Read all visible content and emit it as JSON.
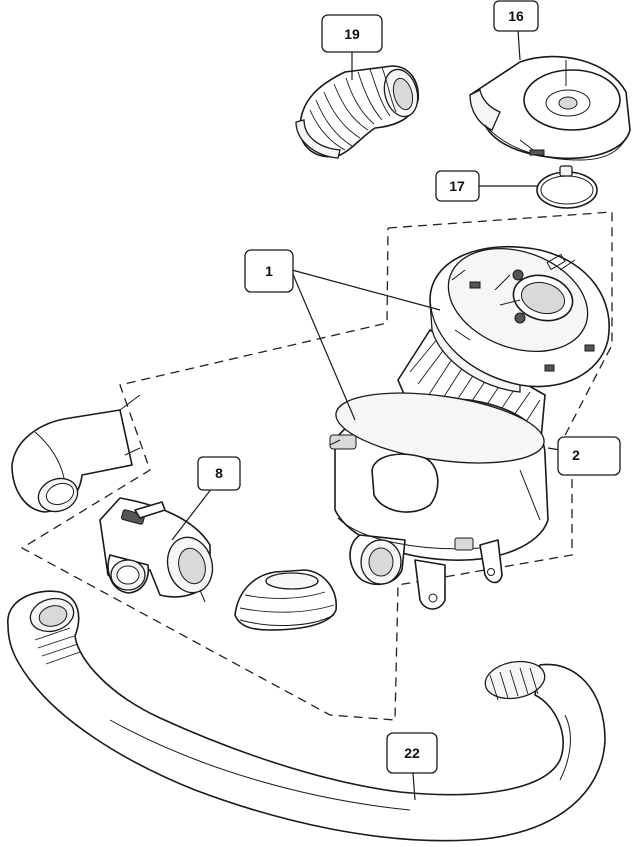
{
  "callouts": [
    {
      "id": "c19",
      "label": "19"
    },
    {
      "id": "c16",
      "label": "16"
    },
    {
      "id": "c17",
      "label": "17"
    },
    {
      "id": "c1",
      "label": "1"
    },
    {
      "id": "c2",
      "label": "2"
    },
    {
      "id": "c8",
      "label": "8"
    },
    {
      "id": "c22",
      "label": "22"
    }
  ],
  "colors": {
    "line": "#1a1a1a",
    "background": "#ffffff",
    "shade": "#d9d9d9"
  }
}
